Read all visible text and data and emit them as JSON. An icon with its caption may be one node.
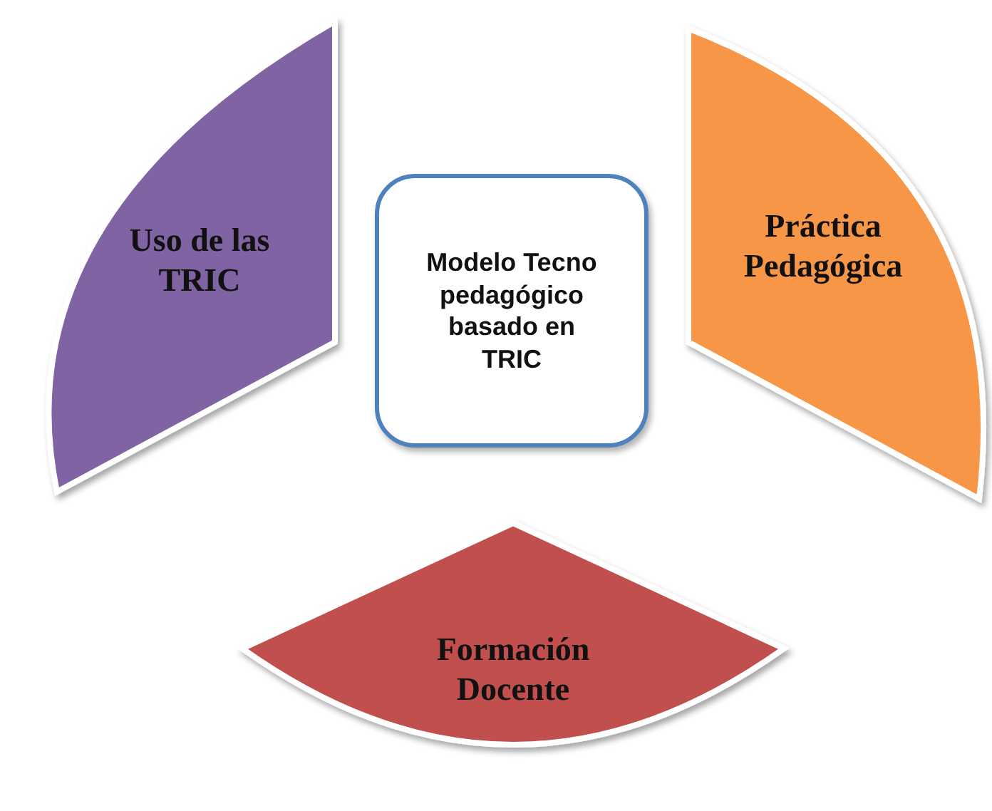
{
  "diagram": {
    "nodes": [
      {
        "text": [
          "Uso de las TRIC"
        ]
      },
      {
        "text": [
          "Modelo Tecno pedagógico basado en TRIC"
        ]
      },
      {
        "text": [
          "Práctica Pedagógica"
        ]
      },
      {
        "text": [
          "Formación Docente"
        ]
      }
    ]
  }
}
